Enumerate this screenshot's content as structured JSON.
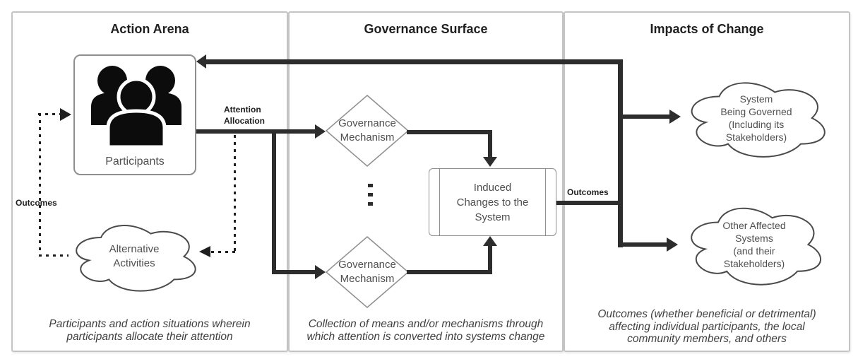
{
  "panels": [
    {
      "title": "Action Arena",
      "caption": "Participants and action situations wherein\nparticipants allocate their attention"
    },
    {
      "title": "Governance Surface",
      "caption": "Collection of means and/or mechanisms through\nwhich attention is converted into systems change"
    },
    {
      "title": "Impacts of Change",
      "caption": "Outcomes (whether beneficial or detrimental)\naffecting individual participants, the local\ncommunity members, and others"
    }
  ],
  "nodes": {
    "participants": {
      "label": "Participants",
      "shape": "rounded-rectangle",
      "icon": "group-of-people-icon"
    },
    "alternative_activities": {
      "label": "Alternative\nActivities",
      "shape": "cloud"
    },
    "governance_mechanism_top": {
      "label": "Governance\nMechanism",
      "shape": "diamond"
    },
    "governance_mechanism_bottom": {
      "label": "Governance\nMechanism",
      "shape": "diamond"
    },
    "induced_changes": {
      "label": "Induced\nChanges to the\nSystem",
      "shape": "predefined-process"
    },
    "system_being_governed": {
      "label": "System\nBeing Governed\n(Including its\nStakeholders)",
      "shape": "cloud"
    },
    "other_affected_systems": {
      "label": "Other Affected\nSystems\n(and their\nStakeholders)",
      "shape": "cloud"
    }
  },
  "edge_labels": {
    "attention_allocation": "Attention\nAllocation",
    "outcomes_left": "Outcomes",
    "outcomes_right": "Outcomes"
  },
  "ellipsis_between_mechanisms": "⋮",
  "colors": {
    "solid_line": "#2d2d2d",
    "dotted_line": "#1f1f1f",
    "shape_border": "#8f8f8f",
    "cloud_border": "#4a4a4a",
    "panel_border": "#c4c4c4",
    "shape_text": "#4f4f4f",
    "title_text": "#1f1f1f",
    "icon_fill": "#0c0c0c",
    "background": "#ffffff"
  }
}
